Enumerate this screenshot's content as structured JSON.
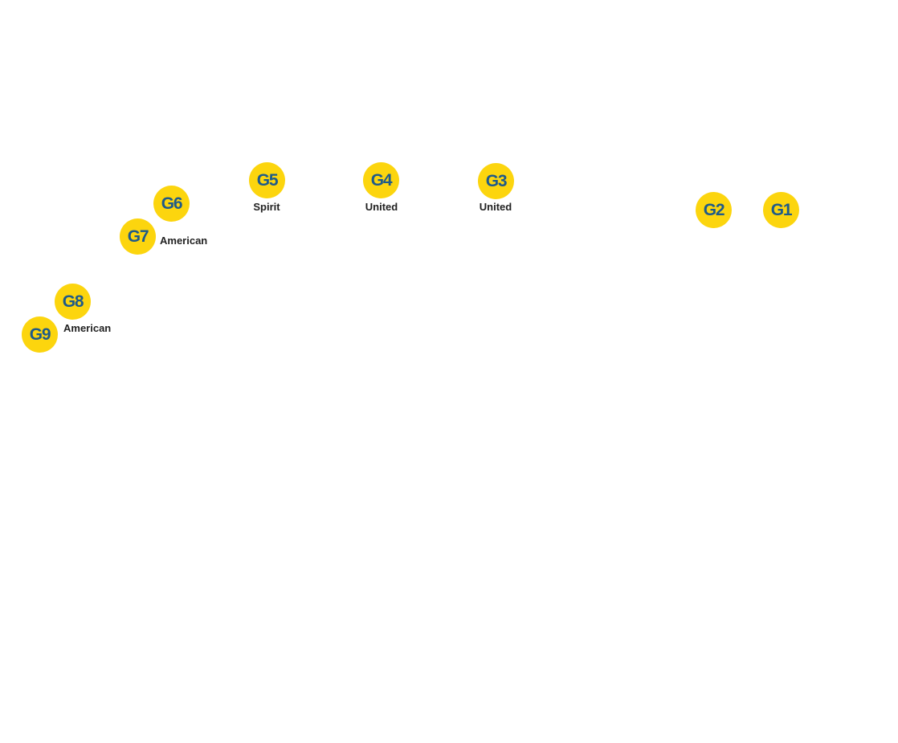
{
  "map": {
    "colors": {
      "gate_fill": "#FCD50E",
      "gate_text": "#1E5A8A",
      "airline_text": "#222222",
      "background": "#FFFFFF"
    },
    "gates": [
      {
        "id": "g1",
        "label": "G1",
        "airline": ""
      },
      {
        "id": "g2",
        "label": "G2",
        "airline": ""
      },
      {
        "id": "g3",
        "label": "G3",
        "airline": "United"
      },
      {
        "id": "g4",
        "label": "G4",
        "airline": "United"
      },
      {
        "id": "g5",
        "label": "G5",
        "airline": "Spirit"
      },
      {
        "id": "g6",
        "label": "G6",
        "airline": ""
      },
      {
        "id": "g7",
        "label": "G7",
        "airline": "American"
      },
      {
        "id": "g8",
        "label": "G8",
        "airline": ""
      },
      {
        "id": "g9",
        "label": "G9",
        "airline": "American"
      }
    ]
  }
}
